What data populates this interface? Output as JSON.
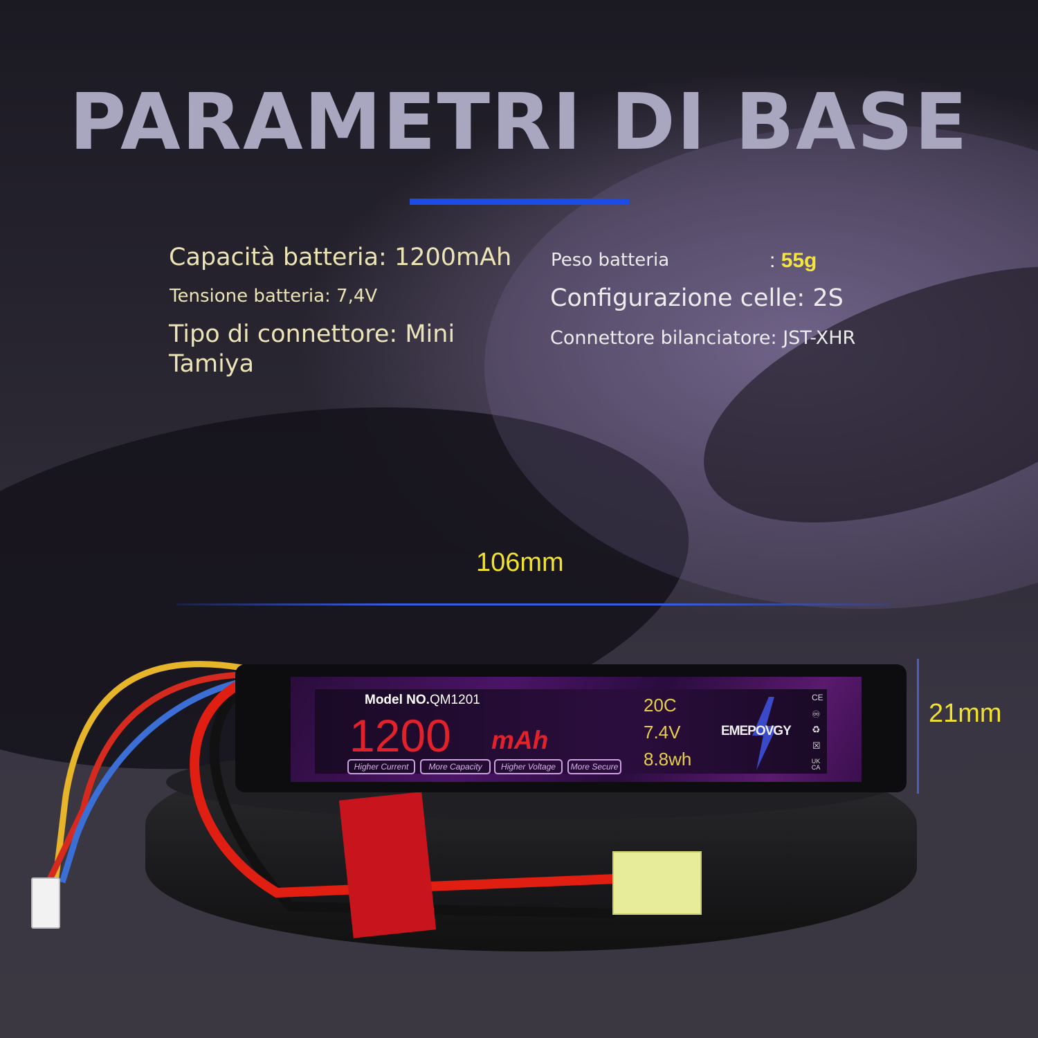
{
  "header": {
    "title": "PARAMETRI DI BASE"
  },
  "specs": {
    "capacity": "Capacità batteria: 1200mAh",
    "voltage": "Tensione batteria: 7,4V",
    "connector_line1": "Tipo di connettore: Mini",
    "connector_line2": "Tamiya",
    "weight_label": "Peso batteria",
    "weight_sep": ":",
    "weight_value": "55g",
    "cells": "Configurazione celle: 2S",
    "balance": "Connettore bilanciatore: JST-XHR"
  },
  "dimensions": {
    "length": "106mm",
    "height": "21mm"
  },
  "battery_label": {
    "model_prefix": "Model NO.",
    "model_number": "QM1201",
    "capacity_number": "1200",
    "capacity_unit": "mAh",
    "rating": "20C",
    "voltage": "7.4V",
    "energy": "8.8wh",
    "brand": "EMEPOVGY",
    "features": [
      "Higher Current",
      "More Capacity",
      "Higher Voltage",
      "More Secure"
    ],
    "marks": [
      "CE",
      "UK CA"
    ]
  },
  "colors": {
    "accent_blue": "#1c4ce6",
    "highlight_yellow": "#f1e22f",
    "spec_text": "#ece4b4"
  }
}
